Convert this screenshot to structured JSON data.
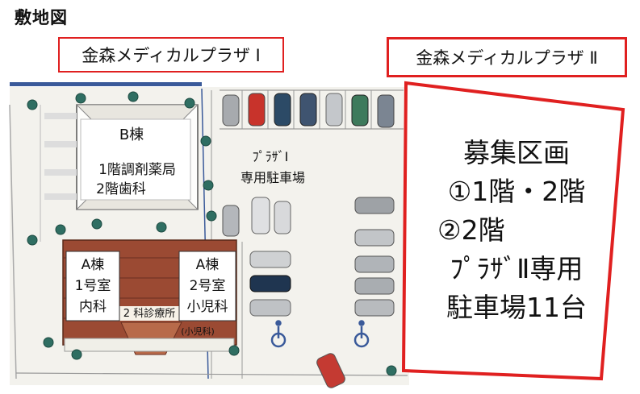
{
  "title": "敷地図",
  "labels": {
    "plaza1": "金森メディカルプラザ Ⅰ",
    "plaza2": "金森メディカルプラザ Ⅱ"
  },
  "building_b": {
    "name": "B棟",
    "line1": "1階調剤薬局",
    "line2": "2階歯科"
  },
  "building_a1": {
    "name": "A棟",
    "room": "1号室",
    "dept": "内科"
  },
  "building_a2": {
    "name": "A棟",
    "room": "2号室",
    "dept": "小児科"
  },
  "building_a_sign": "2 科診療所",
  "building_a_sign_small": "(小児科)",
  "parking1": {
    "line1": "ﾌﾟﾗｻﾞⅠ",
    "line2": "専用駐車場"
  },
  "recruit": {
    "line1": "募集区画",
    "line2": "①1階・2階",
    "line3": "②2階",
    "line4": "ﾌﾟﾗｻﾞⅡ専用",
    "line5": "駐車場11台"
  },
  "icons": [
    "wheelchair-icon",
    "tree-icon",
    "car-icon"
  ],
  "colors": {
    "red_border": "#e02020",
    "ground": "#f2f1ec",
    "roof": "#9b4a33"
  }
}
